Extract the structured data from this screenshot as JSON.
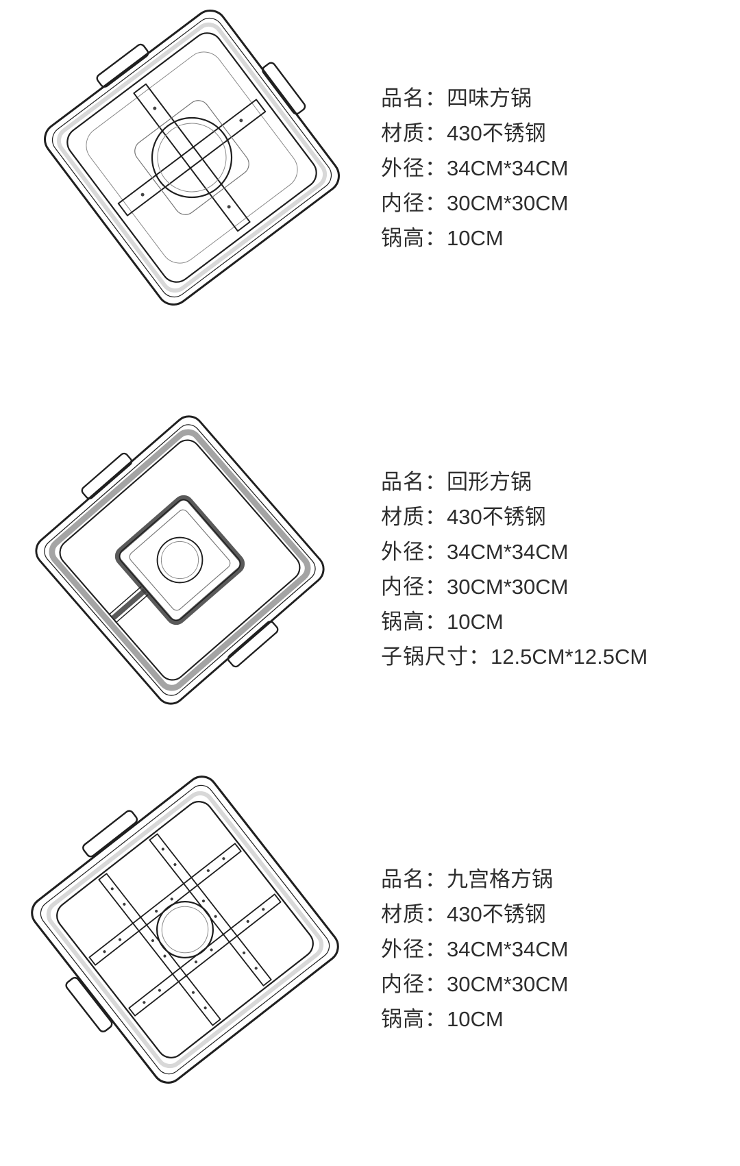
{
  "page": {
    "background": "#ffffff",
    "text_color": "#2e2e2e",
    "line_color": "#1f1f1f"
  },
  "products": [
    {
      "name": "四味方锅",
      "illustration": "four-compartment-square-hotpot-drawing",
      "specs": [
        {
          "label": "品名：",
          "value": "四味方锅"
        },
        {
          "label": "材质：",
          "value": "430不锈钢"
        },
        {
          "label": "外径：",
          "value": "34CM*34CM"
        },
        {
          "label": "内径：",
          "value": "30CM*30CM"
        },
        {
          "label": "锅高：",
          "value": "10CM"
        }
      ]
    },
    {
      "name": "回形方锅",
      "illustration": "spiral-compartment-square-hotpot-drawing",
      "specs": [
        {
          "label": "品名：",
          "value": "回形方锅"
        },
        {
          "label": "材质：",
          "value": "430不锈钢"
        },
        {
          "label": "外径：",
          "value": "34CM*34CM"
        },
        {
          "label": "内径：",
          "value": "30CM*30CM"
        },
        {
          "label": "锅高：",
          "value": "10CM"
        },
        {
          "label": "子锅尺寸：",
          "value": "12.5CM*12.5CM"
        }
      ]
    },
    {
      "name": "九宫格方锅",
      "illustration": "nine-grid-square-hotpot-drawing",
      "specs": [
        {
          "label": "品名：",
          "value": "九宫格方锅"
        },
        {
          "label": "材质：",
          "value": "430不锈钢"
        },
        {
          "label": "外径：",
          "value": "34CM*34CM"
        },
        {
          "label": "内径：",
          "value": "30CM*30CM"
        },
        {
          "label": "锅高：",
          "value": "10CM"
        }
      ]
    }
  ]
}
